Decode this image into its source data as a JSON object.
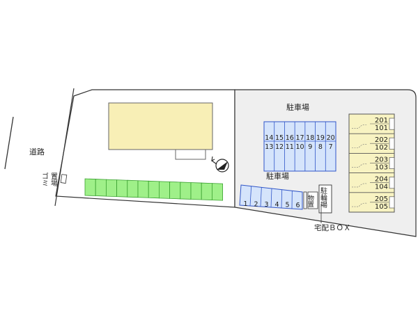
{
  "labels": {
    "road": "道路",
    "garbage": "ゴミ置場",
    "parking_top": "駐車場",
    "parking_bottom": "駐車場",
    "storage": "物置",
    "bicycle": "駐輪場",
    "delivery_box": "宅配ＢＯＸ"
  },
  "parking_top_row": [
    "14",
    "15",
    "16",
    "17",
    "18",
    "19",
    "20"
  ],
  "parking_mid_row": [
    "13",
    "12",
    "11",
    "10",
    "9",
    "8",
    "7"
  ],
  "parking_bottom_row": [
    "1",
    "2",
    "3",
    "4",
    "5",
    "6"
  ],
  "units": [
    {
      "upper": "201",
      "lower": "101"
    },
    {
      "upper": "202",
      "lower": "102"
    },
    {
      "upper": "203",
      "lower": "103"
    },
    {
      "upper": "204",
      "lower": "104"
    },
    {
      "upper": "205",
      "lower": "105"
    }
  ],
  "icons": {
    "north": "north-arrow-icon"
  },
  "colors": {
    "site_fill": "#efefef",
    "building_fill": "#f8f3c2",
    "parking_fill": "#d5e4fb",
    "parking_stroke": "#2f55c8",
    "green_fill": "#9ff089",
    "green_stroke": "#3aa030",
    "neighbor_building": "#f8efb6"
  }
}
